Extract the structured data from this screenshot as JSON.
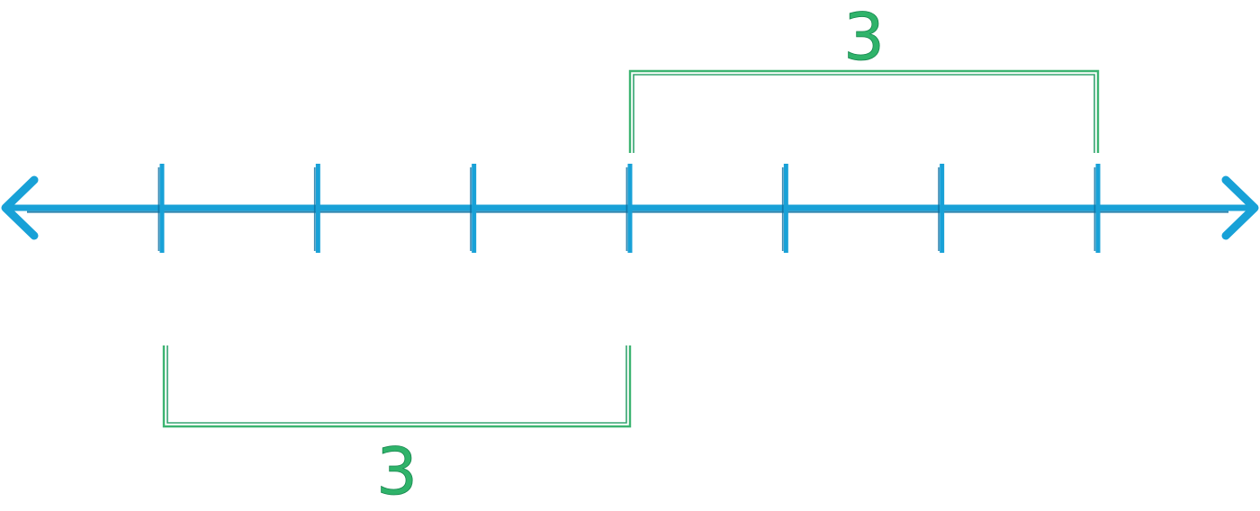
{
  "canvas": {
    "background": "#ffffff"
  },
  "diagram": {
    "type": "number-line",
    "description": "Horizontal number line with arrows on both ends and 7 unlabeled tick marks; two green brackets each mark a jump of 3 tick intervals, one above the line (ticks 4 to 7) and one below the line (ticks 1 to 4).",
    "colors": {
      "line": "#18a1d7",
      "line_shadow": "#0b6fa1",
      "bracket": "#3cb471",
      "bracket_shadow": "#1f9a62",
      "label": "#2fb36a",
      "label_outline": "#17874f"
    },
    "tick_count": 7,
    "tick_labels": [
      "",
      "",
      "",
      "",
      "",
      "",
      ""
    ],
    "arrows": {
      "left": "left-arrow",
      "right": "right-arrow"
    },
    "brackets": [
      {
        "label": "3",
        "from_tick": 4,
        "to_tick": 7,
        "position": "above"
      },
      {
        "label": "3",
        "from_tick": 1,
        "to_tick": 4,
        "position": "below"
      }
    ]
  }
}
